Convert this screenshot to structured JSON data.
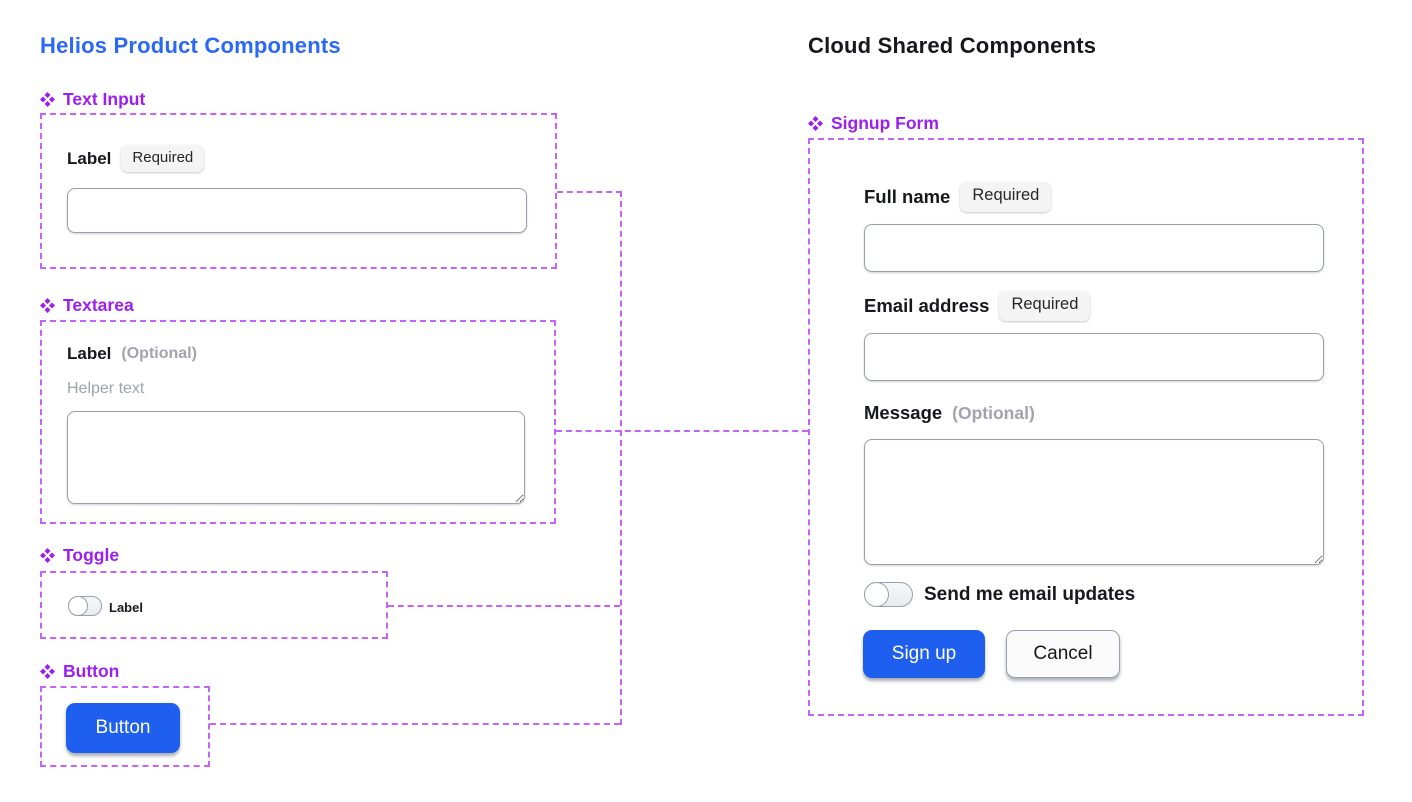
{
  "colors": {
    "left_title_blue": "#2A68F6",
    "right_title_black": "#17181C",
    "component_heading_purple": "#9C1FF0",
    "annotation_dash_purple": "#C464F6",
    "primary_button_blue": "#1E5FF0",
    "badge_background": "#F4F4F5",
    "muted_text_gray": "#9CA3AF"
  },
  "icons": {
    "component": "four-diamond-component-icon"
  },
  "left_panel": {
    "title": "Helios Product Components",
    "text_input": {
      "heading": "Text Input",
      "label": "Label",
      "badge": "Required",
      "input_value": ""
    },
    "textarea": {
      "heading": "Textarea",
      "label": "Label",
      "optional": "(Optional)",
      "helper_text": "Helper text",
      "textarea_value": ""
    },
    "toggle": {
      "heading": "Toggle",
      "label": "Label",
      "state": "off"
    },
    "button": {
      "heading": "Button",
      "button_label": "Button"
    }
  },
  "right_panel": {
    "title": "Cloud Shared Components",
    "signup_form": {
      "heading": "Signup Form",
      "full_name": {
        "label": "Full name",
        "badge": "Required",
        "input_value": ""
      },
      "email": {
        "label": "Email address",
        "badge": "Required",
        "input_value": ""
      },
      "message": {
        "label": "Message",
        "optional": "(Optional)",
        "textarea_value": ""
      },
      "email_updates_toggle": {
        "label": "Send me email updates",
        "state": "off"
      },
      "signup_button_label": "Sign up",
      "cancel_button_label": "Cancel"
    }
  }
}
